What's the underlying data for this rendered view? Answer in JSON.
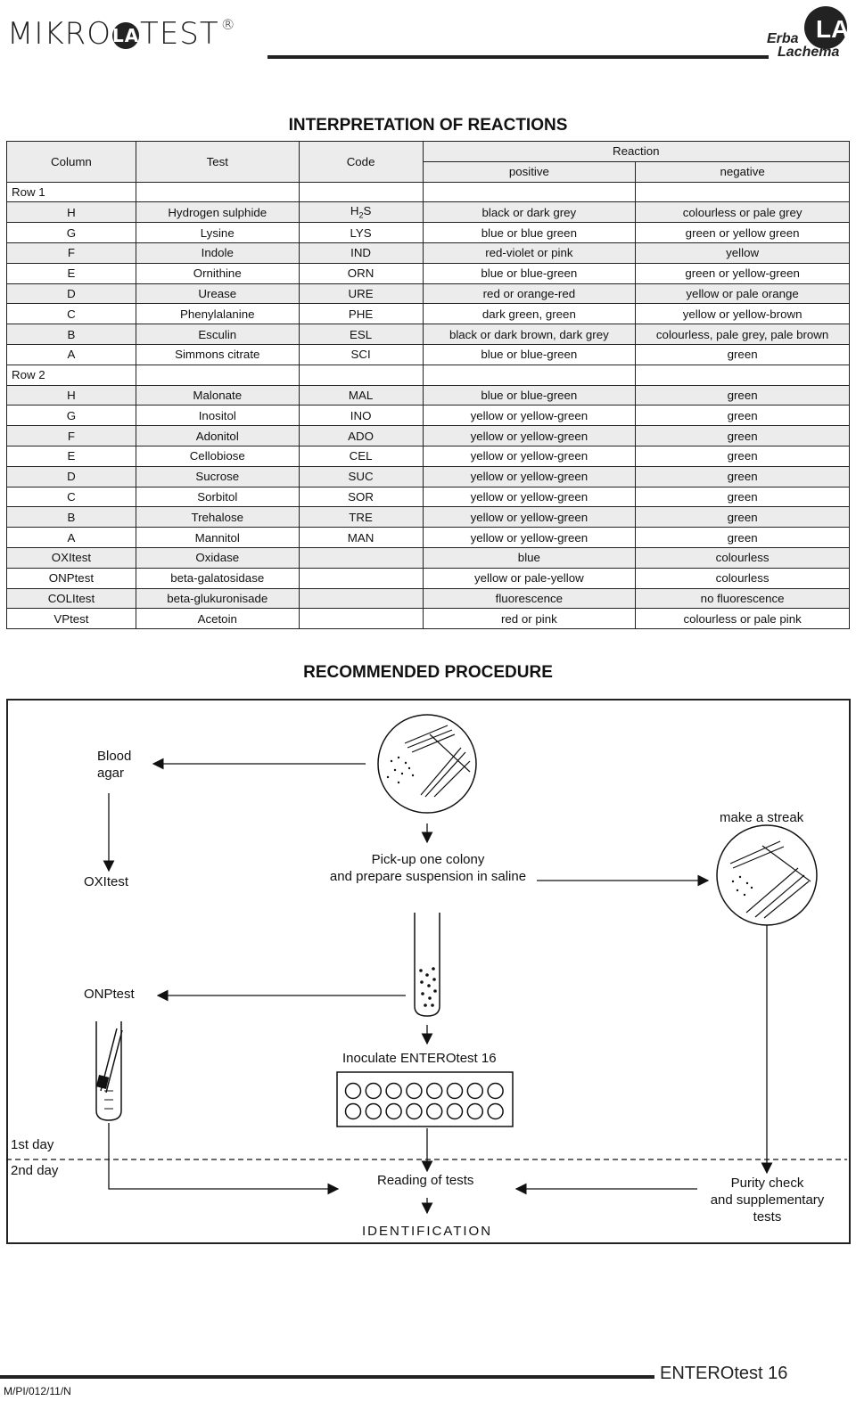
{
  "header": {
    "brand": "MIKRO",
    "brand_la": "LA",
    "brand_test": "TEST",
    "brand_reg": "®",
    "logo_line1": "Erba",
    "logo_line2": "Lachema"
  },
  "interpretation": {
    "title": "INTERPRETATION OF REACTIONS",
    "headers": {
      "column": "Column",
      "test": "Test",
      "code": "Code",
      "reaction": "Reaction",
      "positive": "positive",
      "negative": "negative"
    },
    "row1_label": "Row 1",
    "row2_label": "Row 2",
    "row1": [
      {
        "col": "H",
        "test": "Hydrogen sulphide",
        "code": "H2S",
        "pos": "black or dark grey",
        "neg": "colourless or pale grey"
      },
      {
        "col": "G",
        "test": "Lysine",
        "code": "LYS",
        "pos": "blue or blue green",
        "neg": "green or yellow green"
      },
      {
        "col": "F",
        "test": "Indole",
        "code": "IND",
        "pos": "red-violet or pink",
        "neg": "yellow"
      },
      {
        "col": "E",
        "test": "Ornithine",
        "code": "ORN",
        "pos": "blue or blue-green",
        "neg": "green or yellow-green"
      },
      {
        "col": "D",
        "test": "Urease",
        "code": "URE",
        "pos": "red or orange-red",
        "neg": "yellow or pale orange"
      },
      {
        "col": "C",
        "test": "Phenylalanine",
        "code": "PHE",
        "pos": "dark green, green",
        "neg": "yellow or yellow-brown"
      },
      {
        "col": "B",
        "test": "Esculin",
        "code": "ESL",
        "pos": "black or dark brown, dark grey",
        "neg": "colourless, pale grey, pale brown"
      },
      {
        "col": "A",
        "test": "Simmons citrate",
        "code": "SCI",
        "pos": "blue or blue-green",
        "neg": "green"
      }
    ],
    "row2": [
      {
        "col": "H",
        "test": "Malonate",
        "code": "MAL",
        "pos": "blue or blue-green",
        "neg": "green"
      },
      {
        "col": "G",
        "test": "Inositol",
        "code": "INO",
        "pos": "yellow or yellow-green",
        "neg": "green"
      },
      {
        "col": "F",
        "test": "Adonitol",
        "code": "ADO",
        "pos": "yellow or yellow-green",
        "neg": "green"
      },
      {
        "col": "E",
        "test": "Cellobiose",
        "code": "CEL",
        "pos": "yellow or yellow-green",
        "neg": "green"
      },
      {
        "col": "D",
        "test": "Sucrose",
        "code": "SUC",
        "pos": "yellow or yellow-green",
        "neg": "green"
      },
      {
        "col": "C",
        "test": "Sorbitol",
        "code": "SOR",
        "pos": "yellow or yellow-green",
        "neg": "green"
      },
      {
        "col": "B",
        "test": "Trehalose",
        "code": "TRE",
        "pos": "yellow or yellow-green",
        "neg": "green"
      },
      {
        "col": "A",
        "test": "Mannitol",
        "code": "MAN",
        "pos": "yellow or yellow-green",
        "neg": "green"
      }
    ],
    "extra": [
      {
        "col": "OXItest",
        "test": "Oxidase",
        "code": "",
        "pos": "blue",
        "neg": "colourless"
      },
      {
        "col": "ONPtest",
        "test": "beta-galatosidase",
        "code": "",
        "pos": "yellow or pale-yellow",
        "neg": "colourless"
      },
      {
        "col": "COLItest",
        "test": "beta-glukuronisade",
        "code": "",
        "pos": "fluorescence",
        "neg": "no fluorescence"
      },
      {
        "col": "VPtest",
        "test": "Acetoin",
        "code": "",
        "pos": "red or pink",
        "neg": "colourless or pale pink"
      }
    ]
  },
  "procedure": {
    "title": "RECOMMENDED PROCEDURE",
    "blood_agar_1": "Blood",
    "blood_agar_2": "agar",
    "make_streak": "make a streak",
    "pick_colony_1": "Pick-up one colony",
    "pick_colony_2": "and prepare suspension in saline",
    "oxitest": "OXItest",
    "onptest": "ONPtest",
    "inoculate": "Inoculate ENTEROtest 16",
    "day1": "1st day",
    "day2": "2nd day",
    "reading": "Reading of tests",
    "purity_1": "Purity check",
    "purity_2": "and supplementary",
    "purity_3": "tests",
    "identification": "IDENTIFICATION"
  },
  "footer": {
    "product": "ENTEROtest 16",
    "doc_code": "M/PI/012/11/N"
  }
}
